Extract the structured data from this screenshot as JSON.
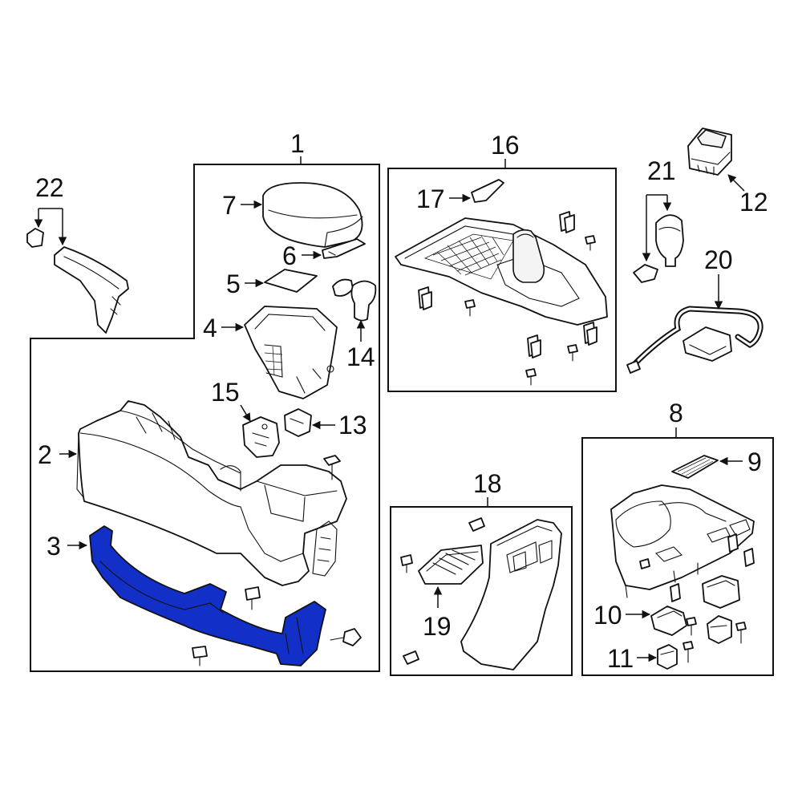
{
  "diagram": {
    "highlight_color": "#1230c8",
    "highlighted_part": "3",
    "callouts": {
      "c1": "1",
      "c2": "2",
      "c3": "3",
      "c4": "4",
      "c5": "5",
      "c6": "6",
      "c7": "7",
      "c8": "8",
      "c9": "9",
      "c10": "10",
      "c11": "11",
      "c12": "12",
      "c13": "13",
      "c14": "14",
      "c15": "15",
      "c16": "16",
      "c17": "17",
      "c18": "18",
      "c19": "19",
      "c20": "20",
      "c21": "21",
      "c22": "22"
    }
  }
}
